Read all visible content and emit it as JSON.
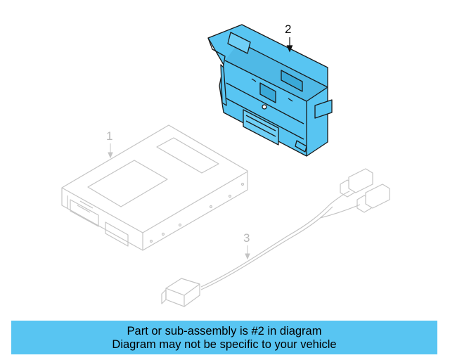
{
  "diagram": {
    "callouts": [
      {
        "label": "1",
        "part": "control-module",
        "highlighted": false
      },
      {
        "label": "2",
        "part": "mounting-bracket",
        "highlighted": true
      },
      {
        "label": "3",
        "part": "antenna-cable",
        "highlighted": false
      }
    ],
    "colors": {
      "highlight_fill": "#58c5f2",
      "highlight_stroke": "#1a1a1a",
      "ghost_stroke": "#c4c4c4",
      "banner_background": "#58c5f2"
    }
  },
  "banner": {
    "line1": "Part or sub-assembly is #2 in diagram",
    "line2": "Diagram may not be specific to your vehicle"
  }
}
